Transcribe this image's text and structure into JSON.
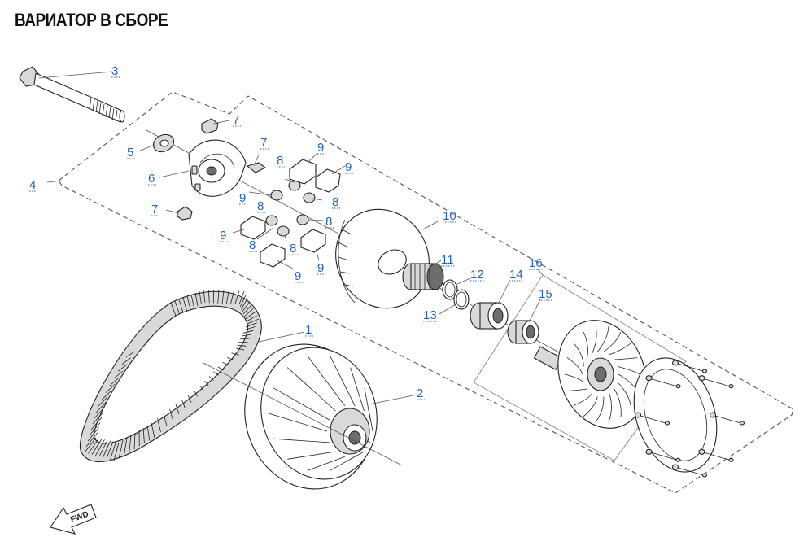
{
  "title": "ВАРИАТОР В СБОРЕ",
  "fwd_label": "FWD",
  "callouts": [
    {
      "id": "c1",
      "label": "1"
    },
    {
      "id": "c2",
      "label": "2"
    },
    {
      "id": "c3",
      "label": "3"
    },
    {
      "id": "c4",
      "label": "4"
    },
    {
      "id": "c5",
      "label": "5"
    },
    {
      "id": "c6",
      "label": "6"
    },
    {
      "id": "c7a",
      "label": "7"
    },
    {
      "id": "c7b",
      "label": "7"
    },
    {
      "id": "c7c",
      "label": "7"
    },
    {
      "id": "c8a",
      "label": "8"
    },
    {
      "id": "c8b",
      "label": "8"
    },
    {
      "id": "c8c",
      "label": "8"
    },
    {
      "id": "c8d",
      "label": "8"
    },
    {
      "id": "c8e",
      "label": "8"
    },
    {
      "id": "c8f",
      "label": "8"
    },
    {
      "id": "c9a",
      "label": "9"
    },
    {
      "id": "c9b",
      "label": "9"
    },
    {
      "id": "c9c",
      "label": "9"
    },
    {
      "id": "c9d",
      "label": "9"
    },
    {
      "id": "c9e",
      "label": "9"
    },
    {
      "id": "c9f",
      "label": "9"
    },
    {
      "id": "c10",
      "label": "10"
    },
    {
      "id": "c11",
      "label": "11"
    },
    {
      "id": "c12",
      "label": "12"
    },
    {
      "id": "c13",
      "label": "13"
    },
    {
      "id": "c14",
      "label": "14"
    },
    {
      "id": "c15",
      "label": "15"
    },
    {
      "id": "c16",
      "label": "16"
    }
  ]
}
